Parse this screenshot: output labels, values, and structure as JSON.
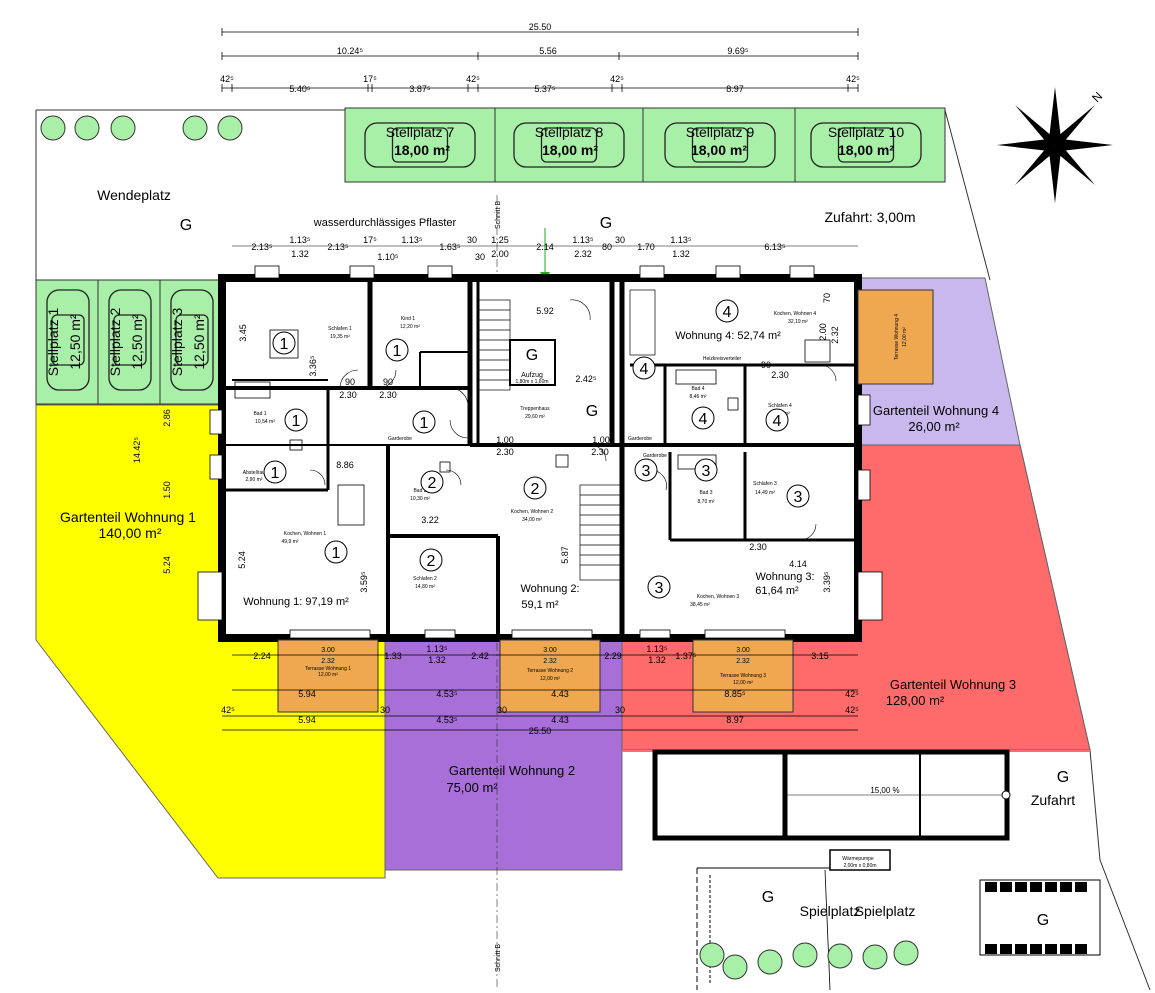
{
  "top_dims": {
    "row1": [
      "25.50"
    ],
    "row2": [
      "10.24⁵",
      "5.56",
      "9.69⁵"
    ],
    "row3": [
      "42⁵",
      "5.40⁵",
      "17⁵",
      "3.87⁵",
      "42⁵",
      "5.37⁵",
      "42⁵",
      "8.97",
      "42⁵"
    ]
  },
  "parking_top": [
    {
      "label": "Stellplatz 7",
      "area": "18,00 m²"
    },
    {
      "label": "Stellplatz 8",
      "area": "18,00 m²"
    },
    {
      "label": "Stellplatz 9",
      "area": "18,00 m²"
    },
    {
      "label": "Stellplatz 10",
      "area": "18,00 m²"
    }
  ],
  "parking_left": [
    {
      "label": "Stellplatz 1",
      "area": "12,50 m²"
    },
    {
      "label": "Stellplatz 2",
      "area": "12,50 m²"
    },
    {
      "label": "Stellplatz 3",
      "area": "12,50 m²"
    }
  ],
  "site": {
    "wendeplatz": "Wendeplatz",
    "g": "G",
    "pflaster": "wasserdurchlässiges Pflaster",
    "schnitt": "Schnitt B",
    "zufahrt_width": "Zufahrt: 3,00m",
    "zufahrt": "Zufahrt",
    "spielplatz": "Spielplatz",
    "waermepumpe": "Wärmepumpe",
    "waermepumpe_dim": "2,00m x 0,80m",
    "slope": "15,00 %"
  },
  "gardens": [
    {
      "name": "Gartenteil Wohnung 1",
      "area": "140,00 m²",
      "color": "#ffff00"
    },
    {
      "name": "Gartenteil Wohnung 2",
      "area": "75,00 m²",
      "color": "#a86fd8"
    },
    {
      "name": "Gartenteil Wohnung 3",
      "area": "128,00 m²",
      "color": "#ff6a6a"
    },
    {
      "name": "Gartenteil Wohnung 4",
      "area": "26,00 m²",
      "color": "#c8b8ee"
    }
  ],
  "apartments": [
    {
      "name": "Wohnung 1: 97,19 m²"
    },
    {
      "name": "Wohnung 2:",
      "area": "59,1 m²"
    },
    {
      "name": "Wohnung 3:",
      "area": "61,64 m²"
    },
    {
      "name": "Wohnung 4: 52,74 m²"
    }
  ],
  "rooms": {
    "schlafen1": {
      "name": "Schlafen 1",
      "area": "19,35 m²"
    },
    "kind1": {
      "name": "Kind 1",
      "area": "12,20 m²"
    },
    "bad1": {
      "name": "Bad 1",
      "area": "10,54 m²"
    },
    "abstellraum": {
      "name": "Abstellraum",
      "area": "2,90 m²"
    },
    "kochen1": {
      "name": "Kochen, Wohnen 1",
      "area": "49,9 m²"
    },
    "bad2": {
      "name": "Bad 2",
      "area": "10,30 m²"
    },
    "schlafen2": {
      "name": "Schlafen 2",
      "area": "14,80 m²"
    },
    "kochen2": {
      "name": "Kochen, Wohnen 2",
      "area": "34,00 m²"
    },
    "aufzug": {
      "name": "Aufzug",
      "area": "1,80m x 1,60m"
    },
    "treppenhaus": {
      "name": "Treppenhaus",
      "area": "29,60 m²"
    },
    "garderobe": "Garderobe",
    "bad3": {
      "name": "Bad 3",
      "area": "8,70 m²"
    },
    "schlafen3": {
      "name": "Schlafen 3",
      "area": "14,49 m²"
    },
    "kochen3": {
      "name": "Kochen, Wohnen 3",
      "area": "38,45 m²"
    },
    "kochen4": {
      "name": "Kochen, Wohnen 4",
      "area": "32,19 m²"
    },
    "bad4": {
      "name": "Bad 4",
      "area": "8,46 m²"
    },
    "schlafen4": {
      "name": "Schlafen 4",
      "area": "12,10 m²"
    },
    "heizraum": "Heizkreisverteiler"
  },
  "terraces": [
    {
      "name": "Terrasse Wohnung 1",
      "area": "12,00 m²",
      "w": "3.00",
      "d": "2.32"
    },
    {
      "name": "Terrasse Wohnung 2",
      "area": "12,00 m²",
      "w": "3.00",
      "d": "2.32"
    },
    {
      "name": "Terrasse Wohnung 3",
      "area": "12,00 m²",
      "w": "3.00",
      "d": "2.32"
    },
    {
      "name": "Terrasse Wohnung 4",
      "area": "12,00 m²"
    }
  ],
  "bottom_dims": {
    "row1": [
      "2.24",
      "1.33",
      "1.13⁵",
      "1.32",
      "2.42",
      "2.29",
      "1.13⁵",
      "1.32",
      "1.37⁵",
      "3.15"
    ],
    "row2": [
      "5.94",
      "4.53⁵",
      "4.43",
      "8.85⁵",
      "42⁵"
    ],
    "row3": [
      "42⁵",
      "5.94",
      "30",
      "4.53⁵",
      "30",
      "4.43",
      "30",
      "8.97",
      "42⁵"
    ],
    "row4": [
      "25.50"
    ]
  },
  "inner_dims": {
    "top": [
      "2.13⁵",
      "1.13⁵",
      "2.13⁵",
      "17⁵",
      "1.13⁵",
      "1.63⁵",
      "30",
      "1.25",
      "2.14",
      "1.13⁵",
      "80",
      "30",
      "1.70",
      "1.13⁵",
      "6.13⁵"
    ],
    "top2": [
      "1.32",
      "1.10⁵",
      "30",
      "2.00",
      "2.32",
      "1.32"
    ],
    "misc": [
      "8.86",
      "3.22",
      "5.92",
      "2.42⁵",
      "5.87",
      "4.14",
      "1.00",
      "2.30",
      "90",
      "3.45",
      "3.36⁵",
      "2.86",
      "14.42⁵",
      "1.50",
      "5.24",
      "3.59⁵",
      "3.39⁵",
      "2.32",
      "2.00",
      "70"
    ]
  },
  "room_numbers": [
    "1",
    "2",
    "3",
    "4"
  ]
}
